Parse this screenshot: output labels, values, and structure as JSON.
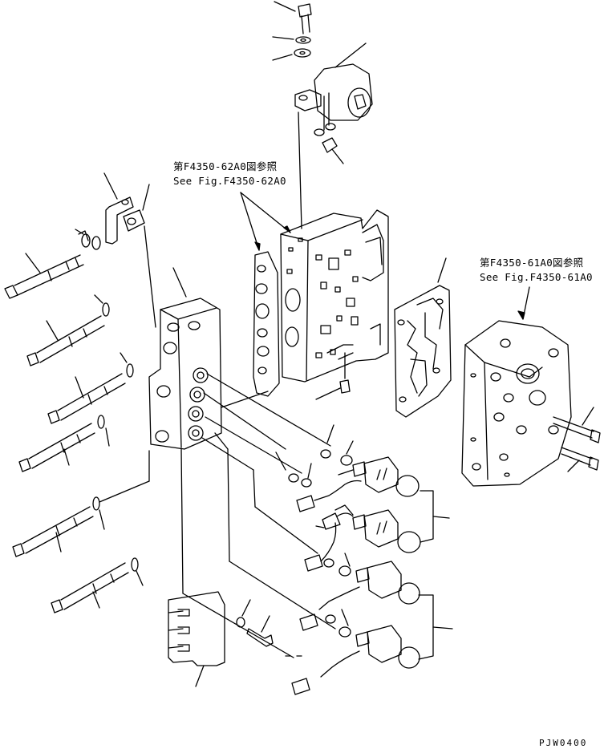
{
  "references": {
    "f4350_62a0_jp": "第F4350-62A0図参照",
    "f4350_62a0_en": "See Fig.F4350-62A0",
    "f4350_61a0_jp": "第F4350-61A0図参照",
    "f4350_61a0_en": "See Fig.F4350-61A0"
  },
  "drawing_number": "PJW0400"
}
